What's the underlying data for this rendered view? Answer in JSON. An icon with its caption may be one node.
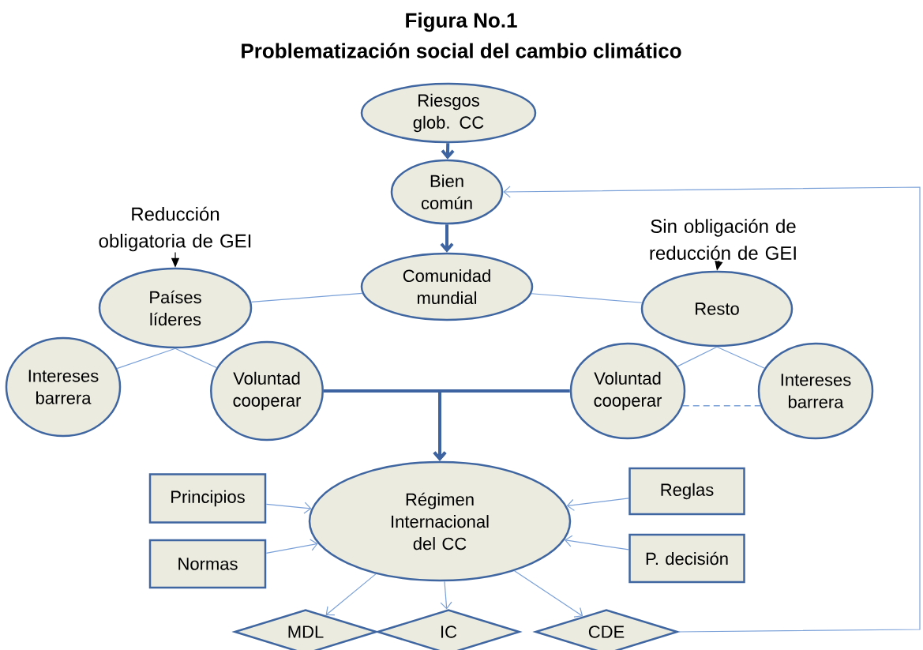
{
  "diagram": {
    "title": "Figura No.1",
    "nodes": [
      {
        "text": [
          "Riesgos glob. CC"
        ]
      },
      {
        "text": [
          "Bien común"
        ]
      },
      {
        "text": [
          "Comunidad mundial"
        ]
      },
      {
        "text": [
          "Reducción obligatoria de GEI"
        ]
      },
      {
        "text": [
          "Países líderes"
        ]
      },
      {
        "text": [
          "Sin obligación de reducción de GEI"
        ]
      },
      {
        "text": [
          "Resto"
        ]
      },
      {
        "text": [
          "Intereses barrera"
        ]
      },
      {
        "text": [
          "Voluntad cooperar"
        ]
      },
      {
        "text": [
          "Voluntad cooperar"
        ]
      },
      {
        "text": [
          "Intereses barrera"
        ]
      },
      {
        "text": [
          "Principios"
        ]
      },
      {
        "text": [
          "Normas"
        ]
      },
      {
        "text": [
          "Régimen Internacional del CC"
        ]
      },
      {
        "text": [
          "Reglas"
        ]
      },
      {
        "text": [
          "P. decisión"
        ]
      },
      {
        "text": [
          "MDL"
        ]
      },
      {
        "text": [
          "IC"
        ]
      },
      {
        "text": [
          "CDE"
        ]
      }
    ],
    "edges": [
      {
        "from": 0,
        "to": 1,
        "arrow": "to",
        "style": "thick",
        "color": "#3d64a0"
      },
      {
        "from": 1,
        "to": 2,
        "arrow": "to",
        "style": "thick",
        "color": "#3d64a0"
      },
      {
        "from": 3,
        "to": 4,
        "arrow": "to",
        "color": "#000000"
      },
      {
        "from": 5,
        "to": 6,
        "arrow": "to",
        "color": "#000000"
      },
      {
        "from": 2,
        "to": 4,
        "arrow": "none"
      },
      {
        "from": 2,
        "to": 6,
        "arrow": "none"
      },
      {
        "from": 4,
        "to": 7,
        "arrow": "none"
      },
      {
        "from": 4,
        "to": 8,
        "arrow": "none"
      },
      {
        "from": 6,
        "to": 9,
        "arrow": "none"
      },
      {
        "from": 6,
        "to": 10,
        "arrow": "none"
      },
      {
        "from": 9,
        "to": 10,
        "arrow": "none",
        "style": "dashed"
      },
      {
        "from": 8,
        "to": 13,
        "arrow": "to",
        "style": "thick",
        "color": "#3d64a0"
      },
      {
        "from": 9,
        "to": 13,
        "arrow": "to",
        "style": "thick",
        "color": "#3d64a0"
      },
      {
        "from": 11,
        "to": 13,
        "arrow": "to"
      },
      {
        "from": 12,
        "to": 13,
        "arrow": "to"
      },
      {
        "from": 14,
        "to": 13,
        "arrow": "to"
      },
      {
        "from": 15,
        "to": 13,
        "arrow": "to"
      },
      {
        "from": 13,
        "to": 16,
        "arrow": "to"
      },
      {
        "from": 13,
        "to": 17,
        "arrow": "to"
      },
      {
        "from": 13,
        "to": 18,
        "arrow": "to"
      },
      {
        "from": 18,
        "to": 1,
        "arrow": "to"
      }
    ],
    "labels": [
      "Problematización social del cambio climático"
    ]
  }
}
